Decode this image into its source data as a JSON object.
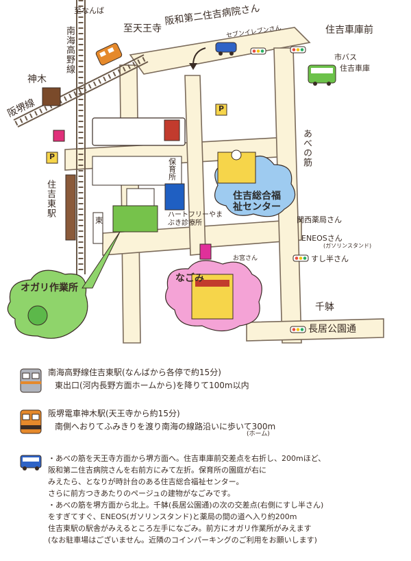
{
  "map": {
    "labels": {
      "to_namba": "至なんば",
      "to_tennoji": "至天王寺",
      "nankai_koya_line": "南海高野線",
      "kamiki": "神木",
      "hankai_line": "阪堺線",
      "hospital": "阪和第二住吉病院さん",
      "seven_eleven": "セブンイレブンさん",
      "sumiyoshi_shako_mae": "住吉車庫前",
      "city_bus": "市バス",
      "sumiyoshi_shako": "住吉車庫",
      "abeno_suji": "あべの筋",
      "hoikusho": "保育所",
      "welfare_center": "住吉総合福祉センター",
      "clinic": "ハートフリーやまぶき診療所",
      "kansai_pharmacy": "関西薬局さん",
      "eneos": "ENEOSさん",
      "eneos_sub": "(ガソリンスタンド)",
      "sukiya": "すし半さん",
      "nagomi": "なごみ",
      "omiyasan": "お宮さん",
      "sumiyoshi_higashi_station": "住吉東駅",
      "higashi": "東",
      "ogari": "オガリ作業所",
      "chinmoto": "千躰",
      "nagai_park": "長居公園通",
      "parking": "P"
    },
    "colors": {
      "road": "#fbf3d8",
      "road_edge": "#7a6a5a",
      "railway": "#6b5a4a",
      "green_block": "#76c24b",
      "blue_block": "#1f5fc2",
      "magenta": "#e0309a",
      "yellow_p": "#f6d54a",
      "cloud_blue": "#9ecbf0",
      "cloud_pink": "#f4a3d6",
      "cloud_green": "#8fd46b"
    }
  },
  "legend": {
    "train1": {
      "title": "南海高野線住吉東駅(なんばから各停で約15分)",
      "detail": "東出口(河内長野方面ホームから)を降りて100m以内"
    },
    "train2": {
      "title": "阪堺電車神木駅(天王寺から約15分)",
      "detail": "南側へおりてふみきりを渡り南海の線路沿いに歩いて300m",
      "note": "(ホーム)"
    },
    "bus": {
      "line1": "・あべの筋を天王寺方面から堺方面へ。住吉車庫前交差点を右折し、200mほど、",
      "line2": "阪和第二住吉病院さんを右前方にみて左折。保育所の園庭が右に",
      "line3": "みえたら、となりが時計台のある住吉総合福祉センター。",
      "line4": "さらに前方つきあたりのページュの建物がなごみです。",
      "line5": "・あべの筋を堺方面から北上。千躰(長居公園通)の次の交差点(右側にすし半さん)",
      "line6": "をすぎてすぐ、ENEOS(ガソリンスタンド)と薬局の間の道へ入り約200m",
      "line7": "住吉東駅の駅舎がみえるところ左手になごみ。前方にオガリ作業所がみえます",
      "line8": "(なお駐車場はございません。近隣のコインパーキングのご利用をお願いします)"
    }
  }
}
